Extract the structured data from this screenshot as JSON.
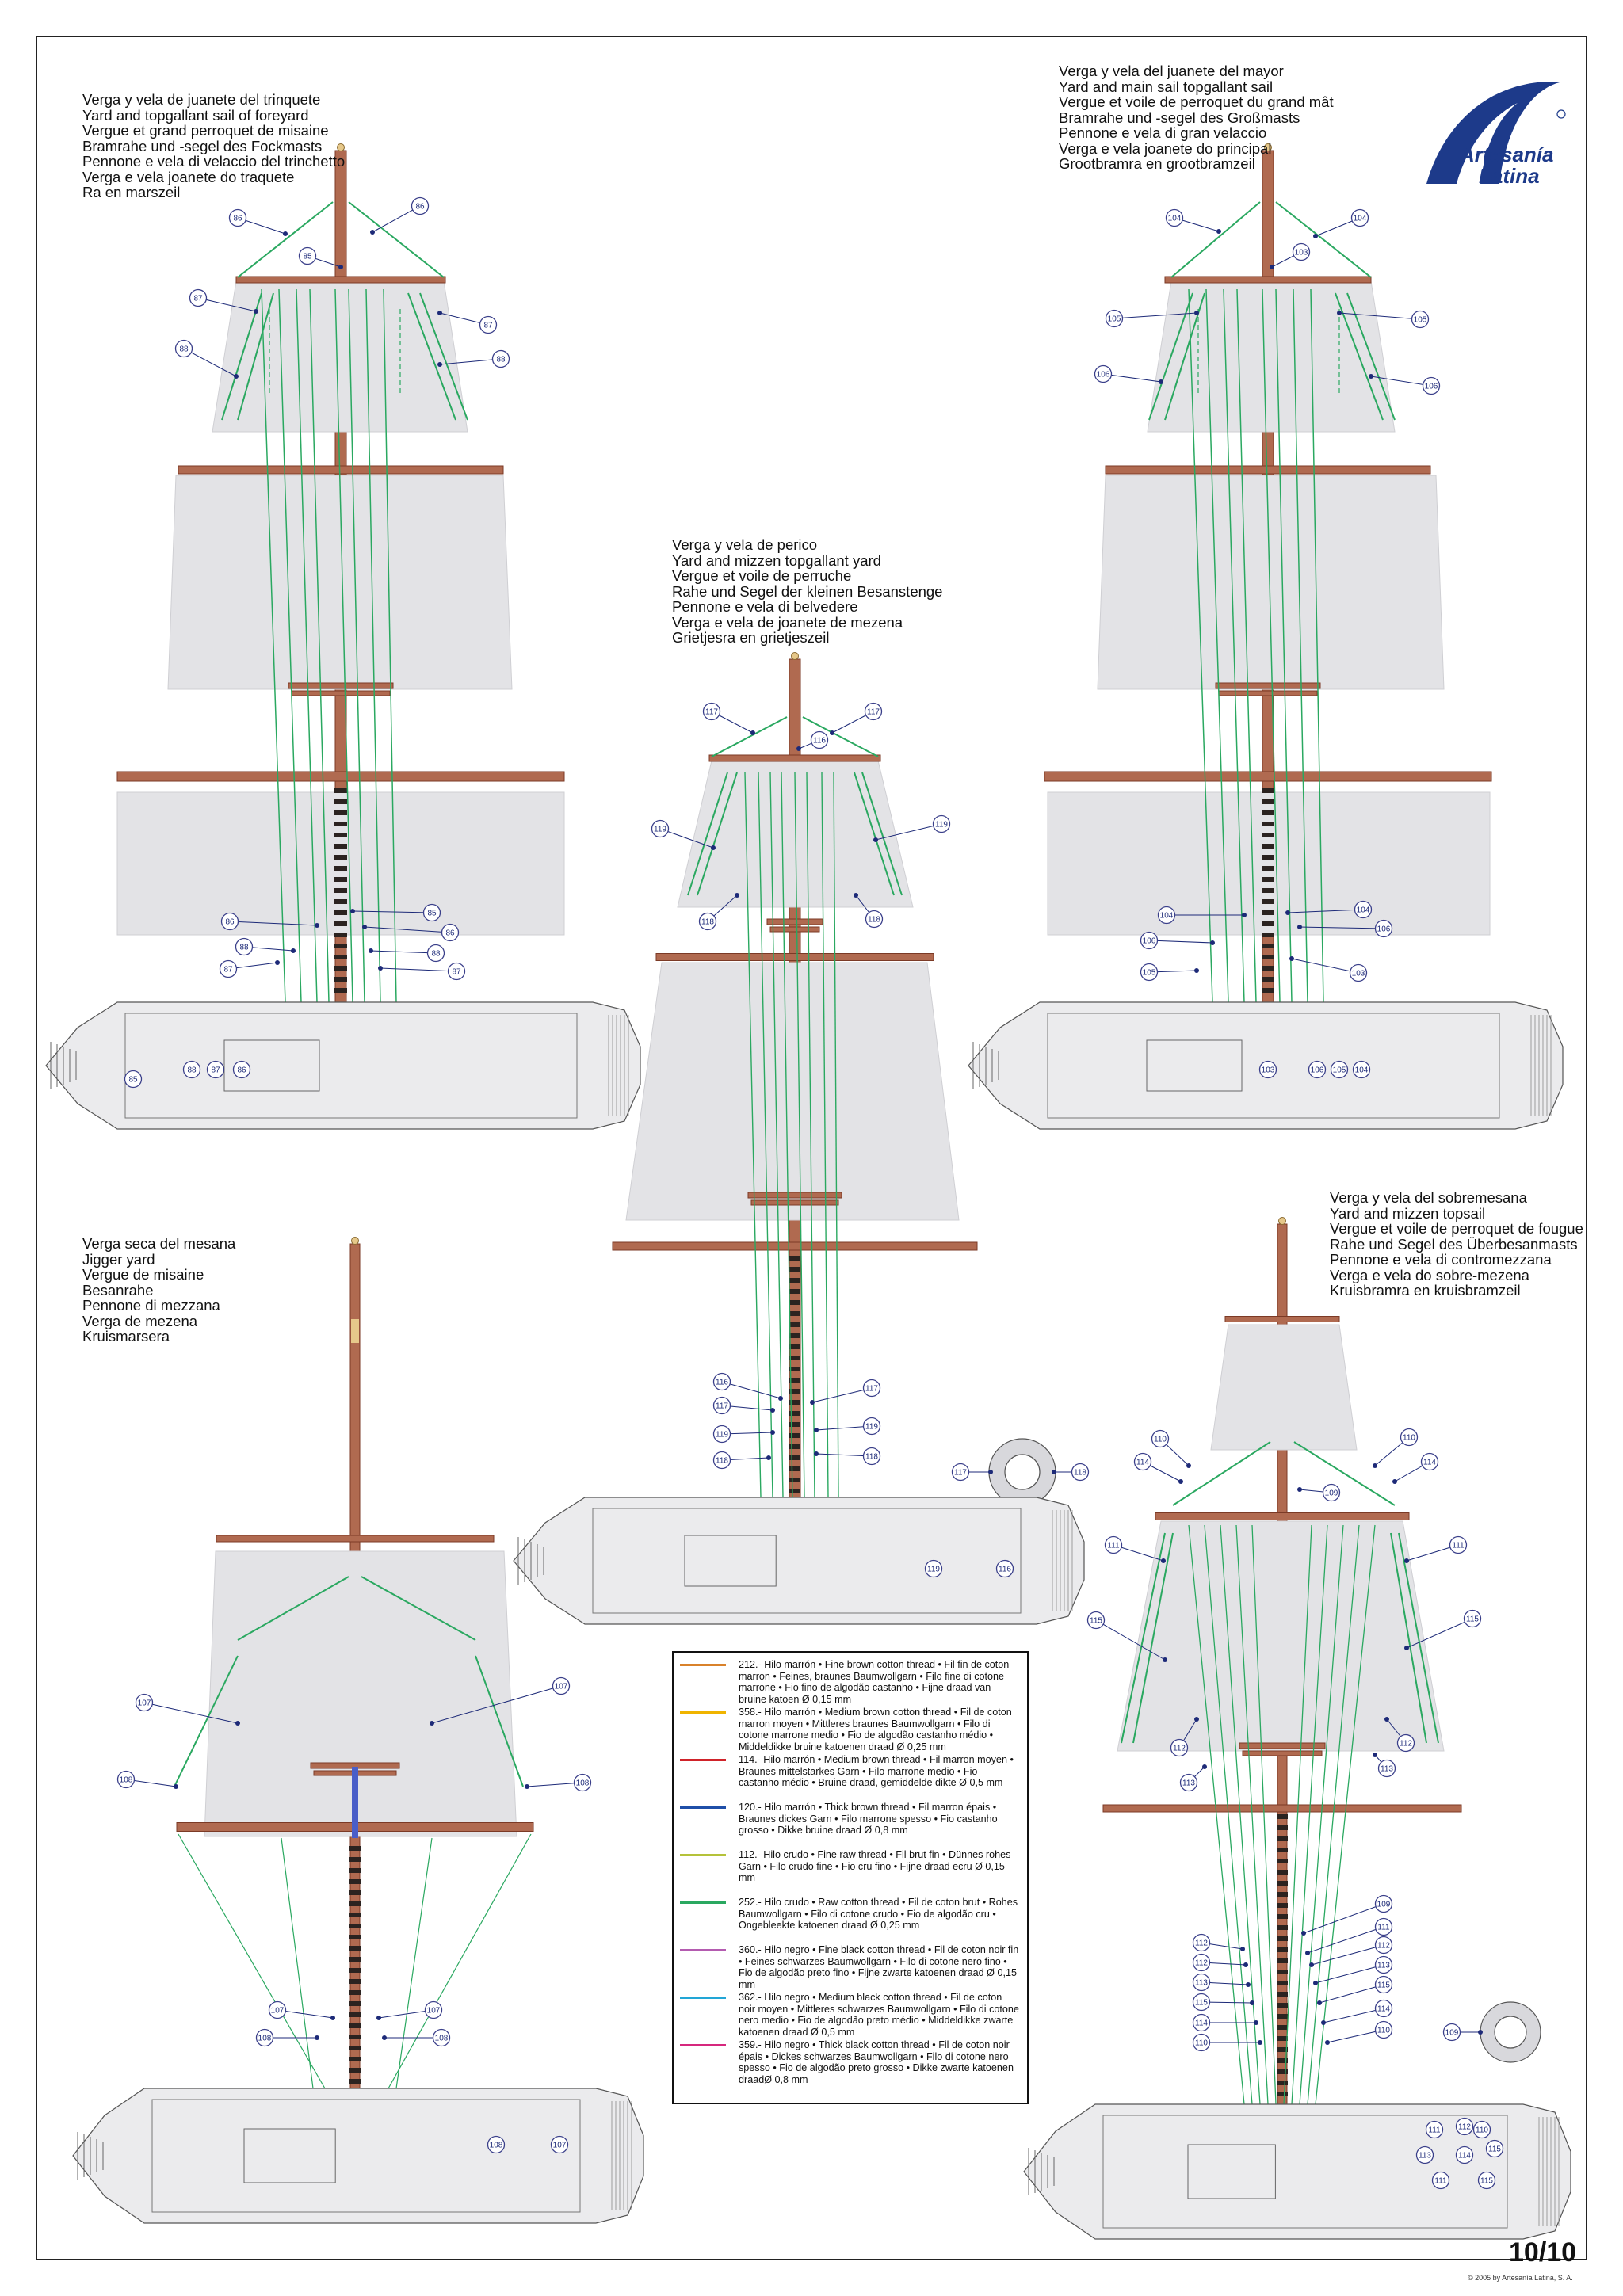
{
  "brand": {
    "name_line1": "Artesanía",
    "name_line2": "Latina",
    "registered_mark": "®",
    "color": "#1d3a8a"
  },
  "page_number": "10/10",
  "copyright": "© 2005 by Artesanía Latina, S. A.",
  "colors": {
    "wood": "#b06a50",
    "wood_dark": "#7b3a26",
    "sail": "#e3e3e6",
    "hull": "#ebebed",
    "rigging": "#2aa860",
    "label_ring": "#3a3f8a"
  },
  "captions": {
    "foreyard": [
      "Verga y vela de juanete del trinquete",
      "Yard and topgallant sail of foreyard",
      "Vergue et grand perroquet de misaine",
      "Bramrahe und -segel des Fockmasts",
      "Pennone e vela di velaccio del trinchetto",
      "Verga e vela joanete do traquete",
      "Ra en marszeil"
    ],
    "mainmast": [
      "Verga y vela del juanete del mayor",
      "Yard and main sail topgallant sail",
      "Vergue et voile de perroquet du grand mât",
      "Bramrahe und -segel des Großmasts",
      "Pennone e vela di gran velaccio",
      "Verga e vela joanete do principal",
      "Grootbramra en grootbramzeil"
    ],
    "perico": [
      "Verga y vela de perico",
      "Yard and mizzen topgallant yard",
      "Vergue et voile de perruche",
      "Rahe und Segel der kleinen Besanstenge",
      "Pennone e vela di belvedere",
      "Verga e vela de joanete de mezena",
      "Grietjesra en grietjeszeil"
    ],
    "jigger": [
      "Verga seca del mesana",
      "Jigger yard",
      "Vergue de misaine",
      "Besanrahe",
      "Pennone di mezzana",
      "Verga de mezena",
      "Kruismarsera"
    ],
    "sobremesana": [
      "Verga y vela del sobremesana",
      "Yard and mizzen topsail",
      "Vergue et voile de perroquet de fougue",
      "Rahe und Segel des Überbesanmasts",
      "Pennone e vela di contromezzana",
      "Verga e vela do sobre-mezena",
      "Kruisbramra en kruisbramzeil"
    ]
  },
  "legend": [
    {
      "color": "#d9822b",
      "text": "212.- Hilo marrón •  Fine brown cotton thread • Fil fin de coton marron • Feines, braunes Baumwollgarn • Filo fine di cotone marrone • Fio fino de algodão castanho • Fijne draad van bruine katoen  Ø 0,15 mm"
    },
    {
      "color": "#f0b400",
      "text": "358.- Hilo marrón • Medium brown cotton thread • Fil de coton marron moyen • Mittleres braunes Baumwollgarn • Filo di cotone marrone medio • Fio de algodão castanho médio • Middeldikke bruine katoenen draad Ø 0,25 mm"
    },
    {
      "color": "#d0232a",
      "text": "114.- Hilo marrón • Medium brown thread • Fil marron moyen • Braunes mittelstarkes Garn • Filo marrone medio • Fio castanho médio • Bruine draad, gemiddelde dikte Ø 0,5 mm"
    },
    {
      "color": "#1f4fa8",
      "text": "120.- Hilo marrón • Thick brown thread • Fil marron épais • Braunes dickes Garn • Filo marrone spesso • Fio castanho grosso • Dikke bruine draad Ø 0,8 mm"
    },
    {
      "color": "#b5c23a",
      "text": "112.- Hilo crudo • Fine raw thread • Fil brut fin • Dünnes rohes Garn • Filo crudo fine • Fio cru fino • Fijne draad ecru Ø 0,15 mm"
    },
    {
      "color": "#2aa860",
      "text": "252.- Hilo crudo • Raw cotton thread • Fil de coton brut • Rohes Baumwollgarn • Filo di cotone crudo • Fio de algodão cru • Ongebleekte katoenen draad  Ø 0,25 mm"
    },
    {
      "color": "#b45bb0",
      "text": "360.- Hilo negro • Fine black cotton thread • Fil de coton noir fin • Feines schwarzes Baumwollgarn • Filo di cotone nero fino • Fio de algodão preto fino • Fijne zwarte katoenen draad Ø 0,15 mm"
    },
    {
      "color": "#22a6d6",
      "text": "362.- Hilo negro • Medium black cotton thread • Fil de coton noir moyen • Mittleres schwarzes Baumwollgarn • Filo di cotone nero medio • Fio de algodão preto médio • Middeldikke zwarte katoenen draad Ø 0,5 mm"
    },
    {
      "color": "#d6287e",
      "text": "359.- Hilo negro • Thick black cotton thread • Fil de coton noir épais • Dickes schwarzes Baumwollgarn • Filo di cotone nero spesso • Fio de algodão preto grosso • Dikke zwarte katoenen draadØ 0,8 mm"
    }
  ],
  "callouts": {
    "fore": {
      "top": [
        "86",
        "86",
        "85",
        "87",
        "87",
        "88",
        "88"
      ],
      "base": [
        "86",
        "85",
        "88",
        "86",
        "87",
        "88",
        "87"
      ],
      "deck": [
        "85",
        "88",
        "87",
        "86"
      ]
    },
    "main": {
      "top": [
        "104",
        "104",
        "103",
        "105",
        "105",
        "106",
        "106"
      ],
      "base": [
        "104",
        "104",
        "106",
        "106",
        "105",
        "103"
      ],
      "deck": [
        "103",
        "106",
        "105",
        "104"
      ]
    },
    "perico": {
      "top": [
        "117",
        "117",
        "116",
        "119",
        "119",
        "118",
        "118"
      ],
      "base": [
        "116",
        "117",
        "117",
        "119",
        "119",
        "118",
        "118"
      ],
      "deck": [
        "119",
        "116"
      ],
      "ring": [
        "117",
        "118"
      ]
    },
    "jigger": {
      "top": [
        "107",
        "107",
        "108",
        "108"
      ],
      "base": [
        "107",
        "107",
        "108",
        "108"
      ],
      "deck": [
        "108",
        "107"
      ]
    },
    "sobre": {
      "top": [
        "110",
        "110",
        "114",
        "114",
        "109",
        "111",
        "111",
        "115",
        "115",
        "112",
        "112",
        "113",
        "113"
      ],
      "base_left": [
        "112",
        "112",
        "113",
        "115",
        "114",
        "110"
      ],
      "base_right": [
        "109",
        "111",
        "112",
        "113",
        "115",
        "114",
        "110"
      ],
      "ring": [
        "109"
      ],
      "deck": [
        "111",
        "112",
        "113",
        "114",
        "115",
        "110",
        "111",
        "115"
      ]
    }
  }
}
